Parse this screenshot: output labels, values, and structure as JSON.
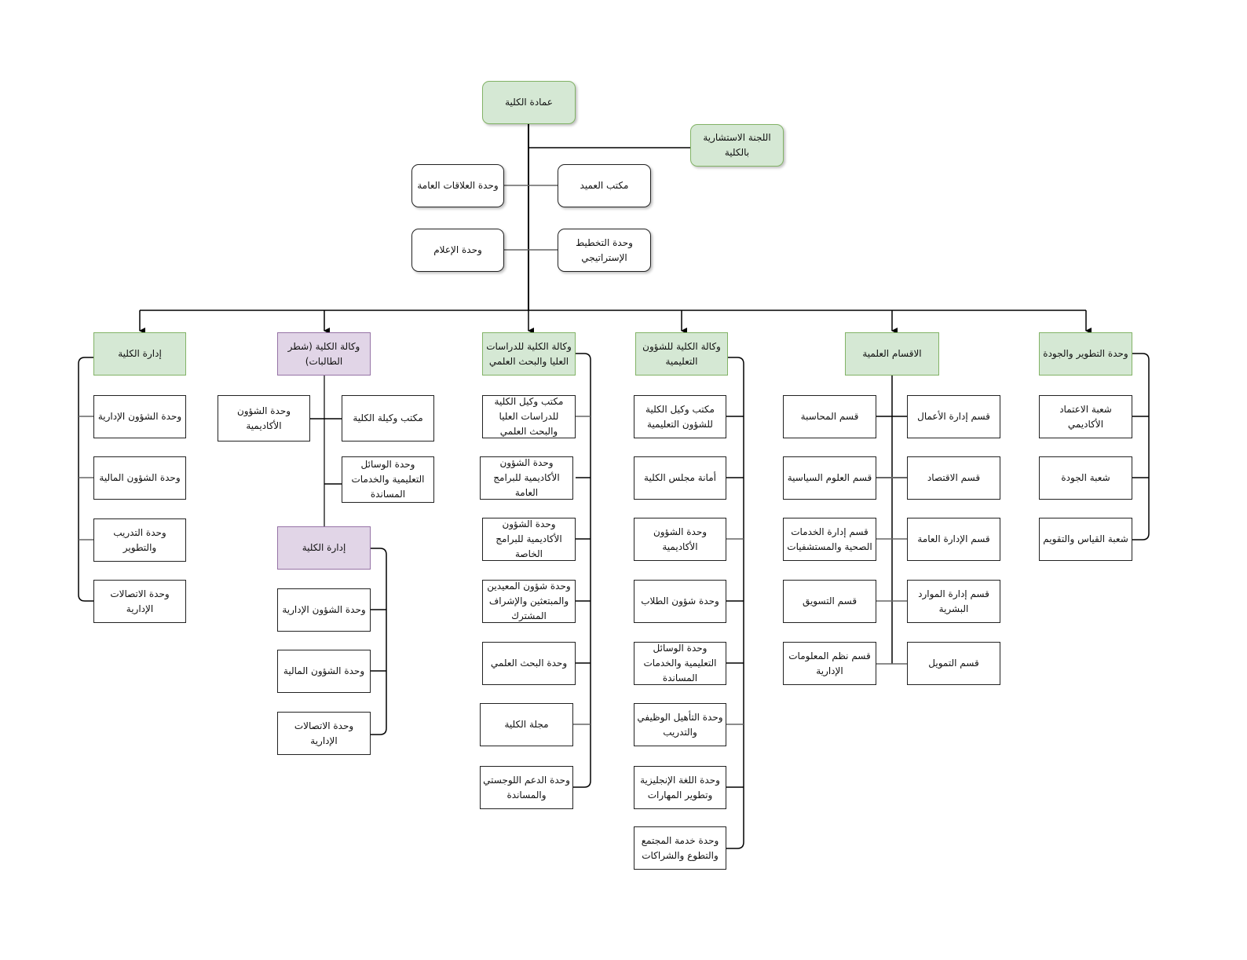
{
  "colors": {
    "green_fill": "#d5e8d4",
    "green_border": "#82b366",
    "purple_fill": "#e1d5e7",
    "purple_border": "#9673a6",
    "line": "#000000"
  },
  "top": {
    "dean": "عمادة الكلية",
    "advisory": "اللجنة الاستشارية بالكلية",
    "pr": "وحدة العلاقات العامة",
    "dean_office": "مكتب العميد",
    "media": "وحدة الإعلام",
    "strategic": "وحدة التخطيط الإستراتيجي"
  },
  "admin": {
    "title": "إدارة الكلية",
    "units": [
      "وحدة الشؤون الإدارية",
      "وحدة الشؤون المالية",
      "وحدة التدريب والتطوير",
      "وحدة الاتصالات الإدارية"
    ]
  },
  "female": {
    "title": "وكالة الكلية (شطر الطالبات)",
    "office": "مكتب وكيلة الكلية",
    "academic": "وحدة الشؤون الأكاديمية",
    "media_services": "وحدة الوسائل التعليمية والخدمات المساندة",
    "admin_title": "إدارة الكلية",
    "admin_units": [
      "وحدة الشؤون الإدارية",
      "وحدة الشؤون المالية",
      "وحدة الاتصالات الإدارية"
    ]
  },
  "grad": {
    "title": "وكالة الكلية للدراسات العليا والبحث العلمي",
    "units": [
      "مكتب وكيل الكلية للدراسات العليا والبحث العلمي",
      "وحدة الشؤون الأكاديمية للبرامج العامة",
      "وحدة الشؤون الأكاديمية للبرامج الخاصة",
      "وحدة شؤون المعيدين والمبتعثين والإشراف المشترك",
      "وحدة البحث العلمي",
      "مجلة الكلية",
      "وحدة الدعم اللوجستي والمساندة"
    ]
  },
  "edu": {
    "title": "وكالة الكلية للشؤون التعليمية",
    "units": [
      "مكتب وكيل الكلية للشؤون التعليمية",
      "أمانة مجلس الكلية",
      "وحدة الشؤون الأكاديمية",
      "وحدة شؤون الطلاب",
      "وحدة الوسائل التعليمية والخدمات المساندة",
      "وحدة التأهيل الوظيفي والتدريب",
      "وحدة اللغة الإنجليزية وتطوير المهارات",
      "وحدة خدمة المجتمع والتطوع والشراكات"
    ]
  },
  "depts": {
    "title": "الاقسام العلمية",
    "right": [
      "قسم إدارة الأعمال",
      "قسم الاقتصاد",
      "قسم الإدارة العامة",
      "قسم إدارة الموارد البشرية",
      "قسم التمويل"
    ],
    "left": [
      "قسم المحاسبة",
      "قسم العلوم السياسية",
      "قسم إدارة الخدمات الصحية والمستشفيات",
      "قسم التسويق",
      "قسم نظم المعلومات الإدارية"
    ]
  },
  "quality": {
    "title": "وحدة التطوير والجودة",
    "units": [
      "شعبة الاعتماد الأكاديمي",
      "شعبة الجودة",
      "شعبة القياس والتقويم"
    ]
  }
}
